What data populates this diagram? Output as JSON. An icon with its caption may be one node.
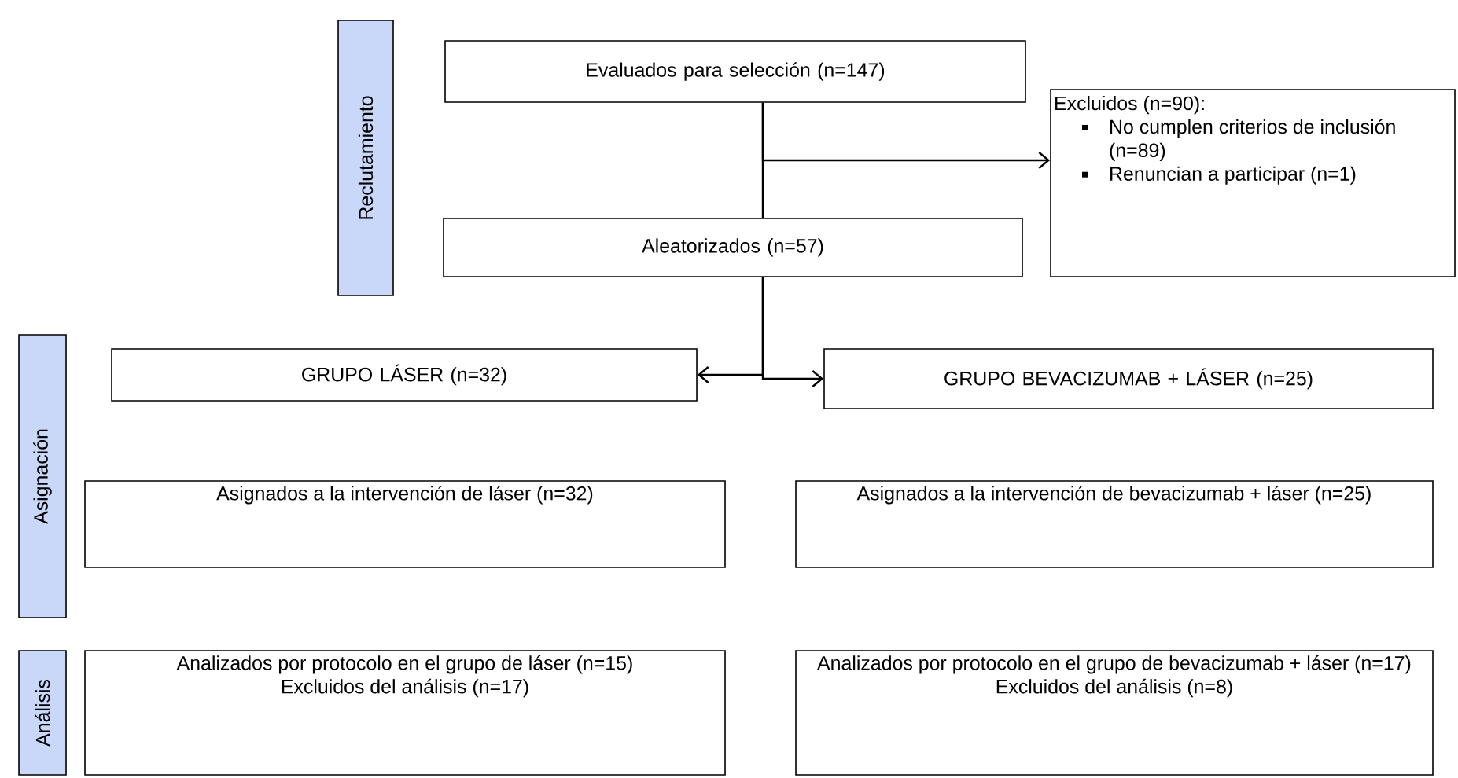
{
  "diagram": {
    "nodes": [
      {
        "text": [
          "Reclutamiento"
        ]
      },
      {
        "text": [
          "Evaluados para selección (n=147)"
        ]
      },
      {
        "text": [
          "Aleatorizados (n=57)"
        ]
      },
      {
        "text": [
          "Excluidos (n=90):",
          "No cumplen criterios de inclusión (n=89)",
          "Renuncian a participar (n=1)"
        ]
      },
      {
        "text": [
          "Asignación"
        ]
      },
      {
        "text": [
          "GRUPO LÁSER (n=32)"
        ]
      },
      {
        "text": [
          "GRUPO BEVACIZUMAB + LÁSER  (n=25)"
        ]
      },
      {
        "text": [
          "Asignados a la intervención de láser (n=32)"
        ]
      },
      {
        "text": [
          "Asignados a la intervención de bevacizumab + láser (n=25)"
        ]
      },
      {
        "text": [
          "Análisis"
        ]
      },
      {
        "text": [
          "Analizados por protocolo en el grupo de láser (n=15)",
          "Excluidos del análisis (n=17)"
        ]
      },
      {
        "text": [
          "Analizados por protocolo en el grupo de bevacizumab + láser (n=17)",
          "Excluidos del análisis (n=8)"
        ]
      }
    ],
    "edges": [
      {
        "from": 1,
        "to": 3,
        "arrow": "to"
      },
      {
        "from": 1,
        "to": 2,
        "arrow": "none"
      },
      {
        "from": 2,
        "to": 5,
        "arrow": "to"
      },
      {
        "from": 2,
        "to": 6,
        "arrow": "to"
      }
    ]
  }
}
